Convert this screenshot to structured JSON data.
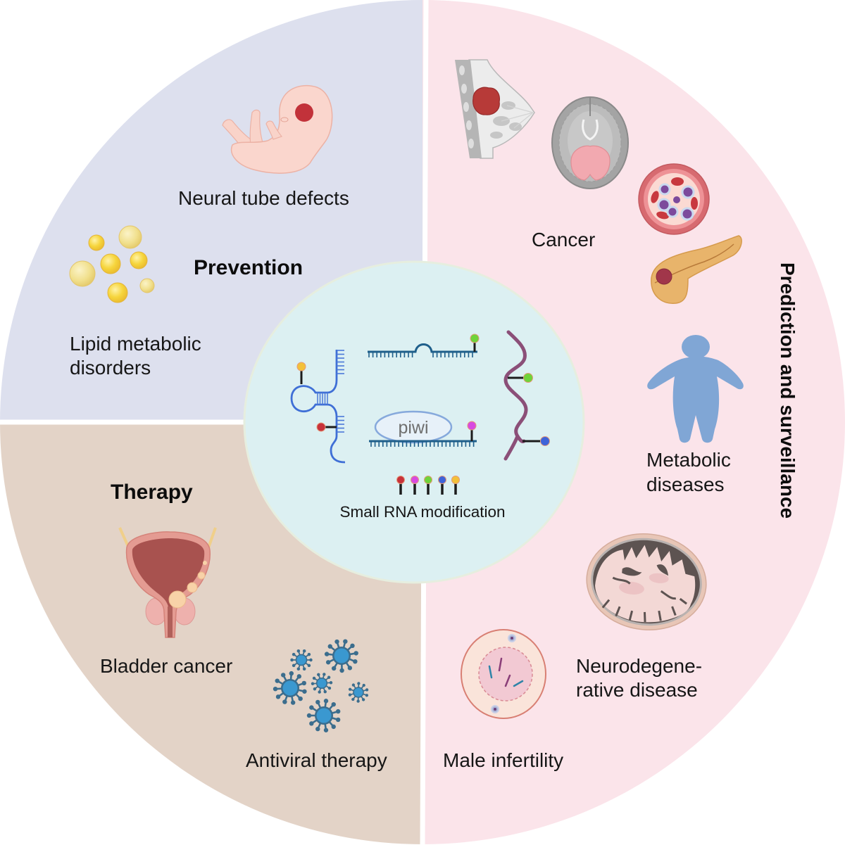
{
  "sections": {
    "prevention": {
      "title": "Prevention",
      "bg_color": "#dde0ee",
      "items": [
        {
          "lines": [
            "Neural tube defects"
          ],
          "icon": "embryo-icon"
        },
        {
          "lines": [
            "Lipid metabolic",
            "disorders"
          ],
          "icon": "lipid-droplets-icon"
        }
      ]
    },
    "therapy": {
      "title": "Therapy",
      "bg_color": "#e3d3c7",
      "items": [
        {
          "lines": [
            "Bladder cancer"
          ],
          "icon": "bladder-icon"
        },
        {
          "lines": [
            "Antiviral therapy"
          ],
          "icon": "virus-cluster-icon"
        }
      ]
    },
    "prediction": {
      "title": "Prediction and surveillance",
      "bg_color": "#fbe4ea",
      "items": [
        {
          "lines": [
            "Cancer"
          ],
          "icons": [
            "breast-tumor-icon",
            "brain-tumor-icon",
            "blood-vessel-icon",
            "pancreas-tumor-icon"
          ]
        },
        {
          "lines": [
            "Metabolic",
            "diseases"
          ],
          "icon": "obese-person-icon"
        },
        {
          "lines": [
            "Neurodegene-",
            "rative disease"
          ],
          "icon": "brain-slice-icon"
        },
        {
          "lines": [
            "Male infertility"
          ],
          "icon": "dividing-cell-icon"
        }
      ]
    }
  },
  "center": {
    "label": "Small RNA modification",
    "bg_color": "#dcf0f2",
    "border_color": "#e6eedf",
    "piwi_label": "piwi",
    "modification_colors": [
      "#c8323a",
      "#d84ae0",
      "#6fd33a",
      "#3f63d8",
      "#f3c13a"
    ]
  }
}
